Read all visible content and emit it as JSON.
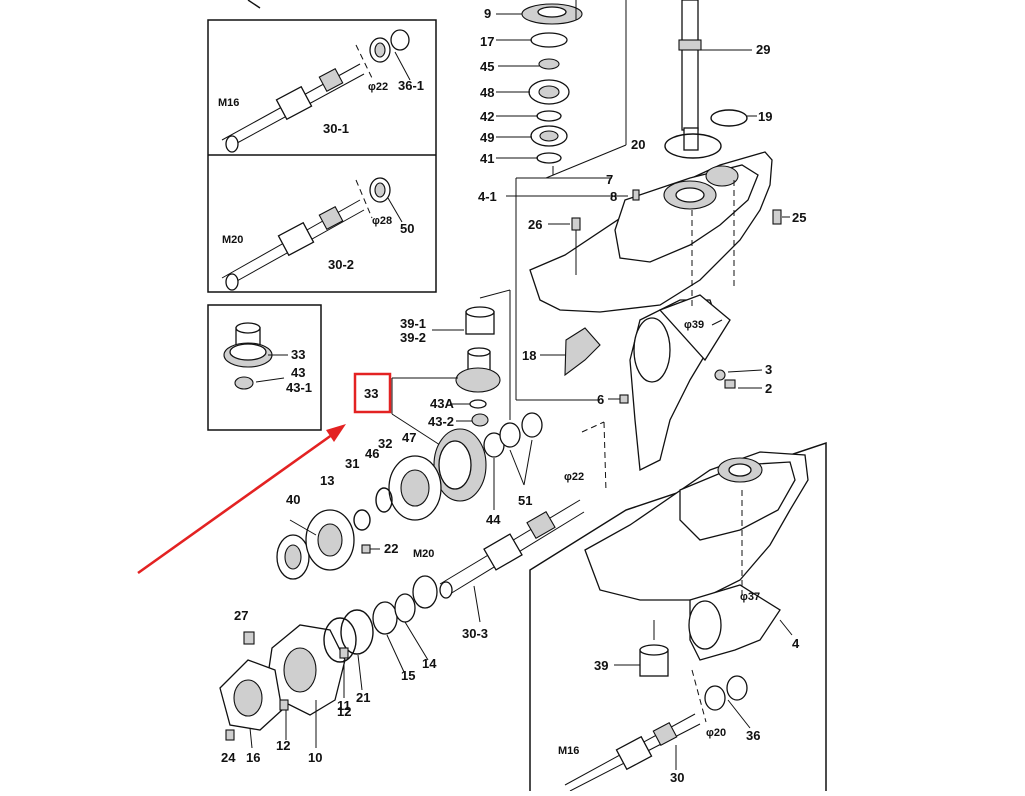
{
  "labels": {
    "p9": "9",
    "p17": "17",
    "p45": "45",
    "p48": "48",
    "p42": "42",
    "p49": "49",
    "p41": "41",
    "p29": "29",
    "p19": "19",
    "p20": "20",
    "p7": "7",
    "p8": "8",
    "p4_1": "4-1",
    "p26": "26",
    "p25": "25",
    "phi39": "φ39",
    "p18": "18",
    "p3": "3",
    "p2": "2",
    "p6": "6",
    "p36_1": "36-1",
    "phi22_top": "φ22",
    "m16_top": "M16",
    "p30_1": "30-1",
    "phi28": "φ28",
    "p50": "50",
    "m20_top": "M20",
    "p30_2": "30-2",
    "inset33": "33",
    "inset43": "43",
    "inset43_1": "43-1",
    "p39_1": "39-1",
    "p39_2": "39-2",
    "p33": "33",
    "p43a": "43A",
    "p43_2": "43-2",
    "p47": "47",
    "p32": "32",
    "p46": "46",
    "p31": "31",
    "p44": "44",
    "p51": "51",
    "phi22_mid": "φ22",
    "p40": "40",
    "p13": "13",
    "p22": "22",
    "m20_mid": "M20",
    "p30_3": "30-3",
    "p27": "27",
    "p11": "11",
    "p21": "21",
    "p15": "15",
    "p14": "14",
    "p12a": "12",
    "p12b": "12",
    "p24": "24",
    "p16": "16",
    "p10": "10",
    "phi37": "φ37",
    "p4": "4",
    "p39": "39",
    "phi20": "φ20",
    "p36": "36",
    "m16_bot": "M16",
    "p30": "30"
  },
  "colors": {
    "highlight": "#e32222",
    "ink": "#111111",
    "shade": "#cfcfcf"
  }
}
